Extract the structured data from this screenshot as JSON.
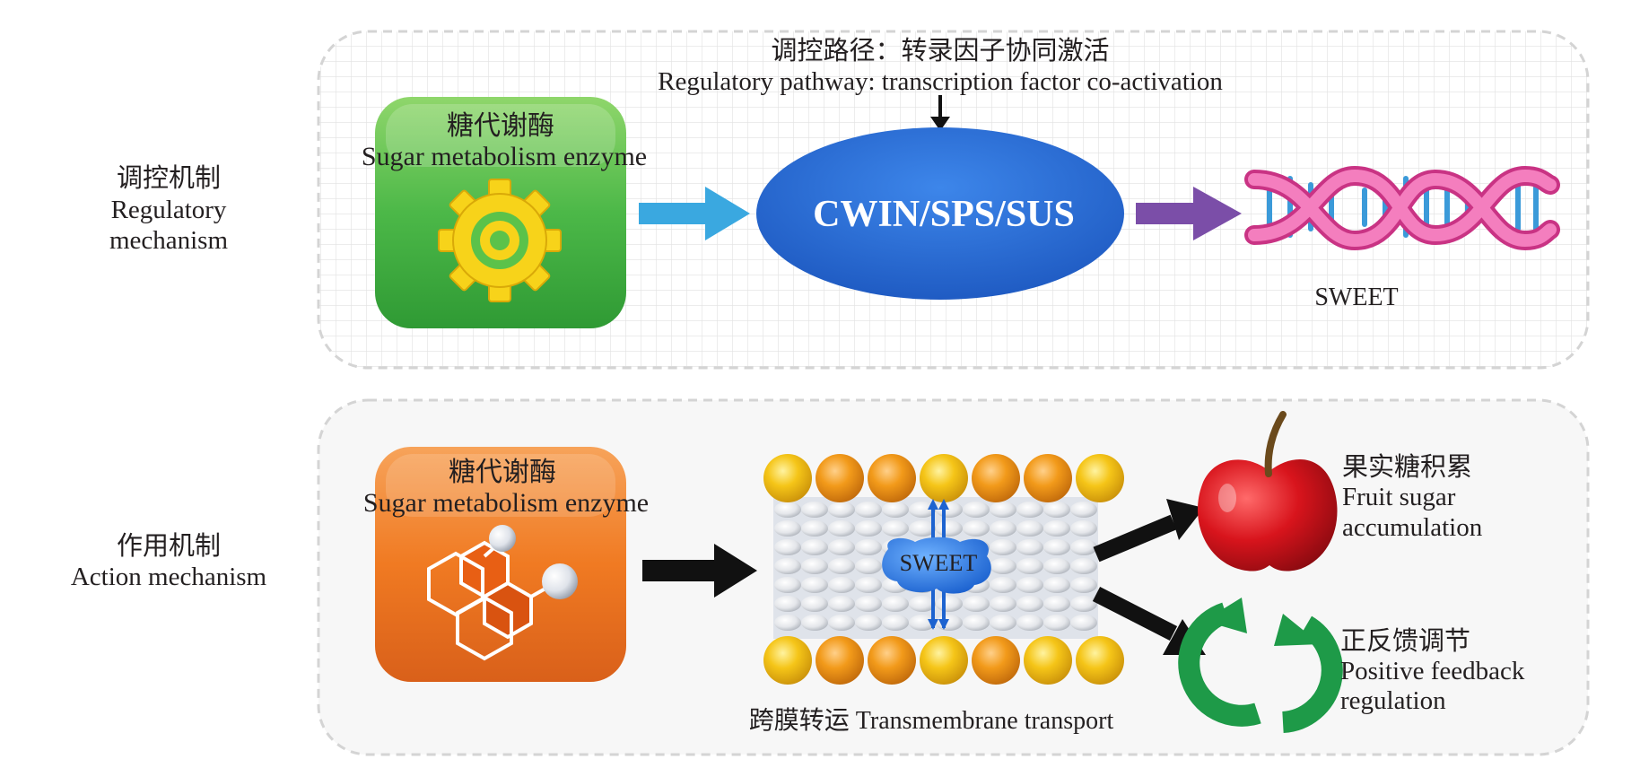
{
  "regulatory": {
    "label_zh": "调控机制",
    "label_en1": "Regulatory",
    "label_en2": "mechanism",
    "pathway_zh": "调控路径：转录因子协同激活",
    "pathway_en": "Regulatory pathway: transcription factor co-activation",
    "enzyme_zh": "糖代谢酶",
    "enzyme_en": "Sugar metabolism enzyme",
    "ellipse_label": "CWIN/SPS/SUS",
    "dna_label": "SWEET"
  },
  "action": {
    "label_zh": "作用机制",
    "label_en": "Action mechanism",
    "enzyme_zh": "糖代谢酶",
    "enzyme_en": "Sugar metabolism enzyme",
    "transporter_label": "SWEET",
    "membrane_caption": "跨膜转运 Transmembrane transport",
    "fruit_zh": "果实糖积累",
    "fruit_en1": "Fruit sugar",
    "fruit_en2": "accumulation",
    "feedback_zh": "正反馈调节",
    "feedback_en1": "Positive feedback",
    "feedback_en2": "regulation"
  },
  "colors": {
    "green_box": "#4cb848",
    "orange_box": "#f07a22",
    "ellipse_blue": "#2a6fd6",
    "cyan_arrow": "#3aa8e0",
    "purple_arrow": "#7b4ea8",
    "dna_pink": "#e85aa8",
    "dna_rung": "#3b9ad9",
    "gear_yellow": "#f7d31a",
    "bead_yellow": "#f5c518",
    "bead_orange": "#f29a1a",
    "apple_red": "#d8141c",
    "feedback_green": "#1e9a48"
  },
  "icons": [
    "gear-icon",
    "molecule-icon",
    "dna-icon",
    "membrane-icon",
    "apple-icon",
    "cycle-arrows-icon"
  ]
}
